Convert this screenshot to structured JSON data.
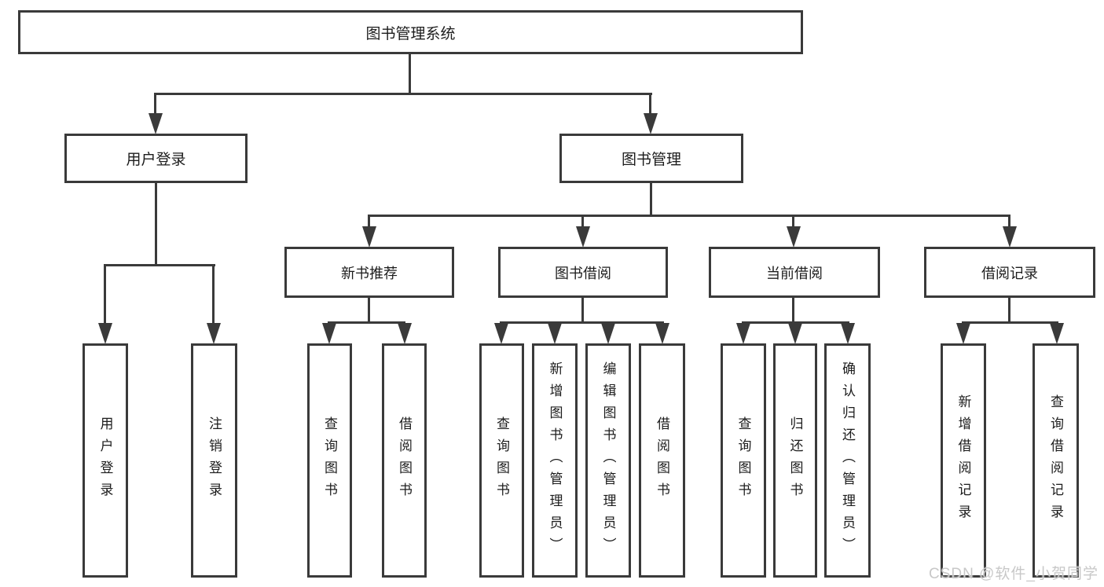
{
  "diagram": {
    "type": "hierarchy-flowchart",
    "title": "图书管理系统",
    "colors": {
      "line": "#3a3a3a",
      "box_border": "#3a3a3a",
      "box_fill": "#ffffff",
      "text": "#1c1c1c",
      "watermark": "#c8c8c8",
      "background": "#ffffff"
    }
  },
  "tree": {
    "label": "图书管理系统",
    "children": [
      {
        "label": "用户登录",
        "children": [
          {
            "label": "用户登录"
          },
          {
            "label": "注销登录"
          }
        ]
      },
      {
        "label": "图书管理",
        "children": [
          {
            "label": "新书推荐",
            "children": [
              {
                "label": "查询图书"
              },
              {
                "label": "借阅图书"
              }
            ]
          },
          {
            "label": "图书借阅",
            "children": [
              {
                "label": "查询图书"
              },
              {
                "label": "新增图书（管理员）"
              },
              {
                "label": "编辑图书（管理员）"
              },
              {
                "label": "借阅图书"
              }
            ]
          },
          {
            "label": "当前借阅",
            "children": [
              {
                "label": "查询图书"
              },
              {
                "label": "归还图书"
              },
              {
                "label": "确认归还（管理员）"
              }
            ]
          },
          {
            "label": "借阅记录",
            "children": [
              {
                "label": "新增借阅记录"
              },
              {
                "label": "查询借阅记录"
              }
            ]
          }
        ]
      }
    ]
  },
  "watermark": "CSDN @软件_小贺同学"
}
